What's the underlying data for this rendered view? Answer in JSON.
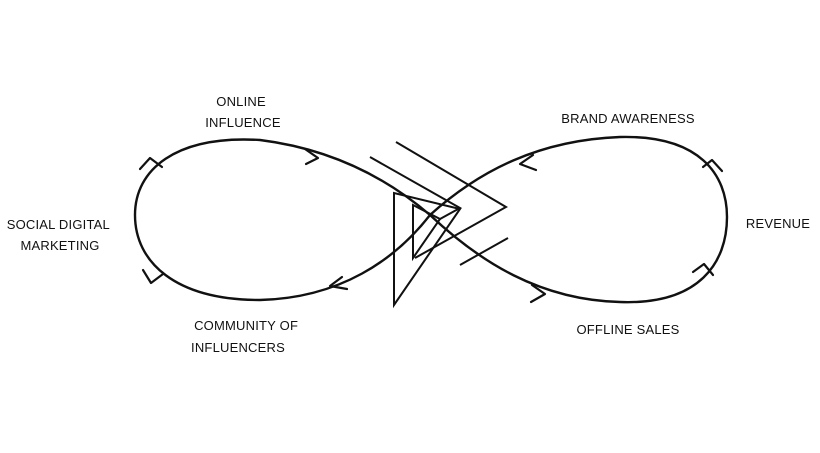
{
  "diagram": {
    "labels": {
      "online_influence": [
        "ONLINE",
        "INFLUENCE"
      ],
      "brand_awareness": [
        "BRAND AWARENESS"
      ],
      "social_digital_marketing": [
        "SOCIAL DIGITAL",
        "MARKETING"
      ],
      "revenue": [
        "REVENUE"
      ],
      "community_of_influencers": [
        "COMMUNITY OF",
        "INFLUENCERS"
      ],
      "offline_sales": [
        "OFFLINE SALES"
      ]
    },
    "stroke_color": "#111111",
    "background_color": "#ffffff",
    "icons": [
      "infinity-loop-icon",
      "play-triangle-logo-icon"
    ]
  }
}
